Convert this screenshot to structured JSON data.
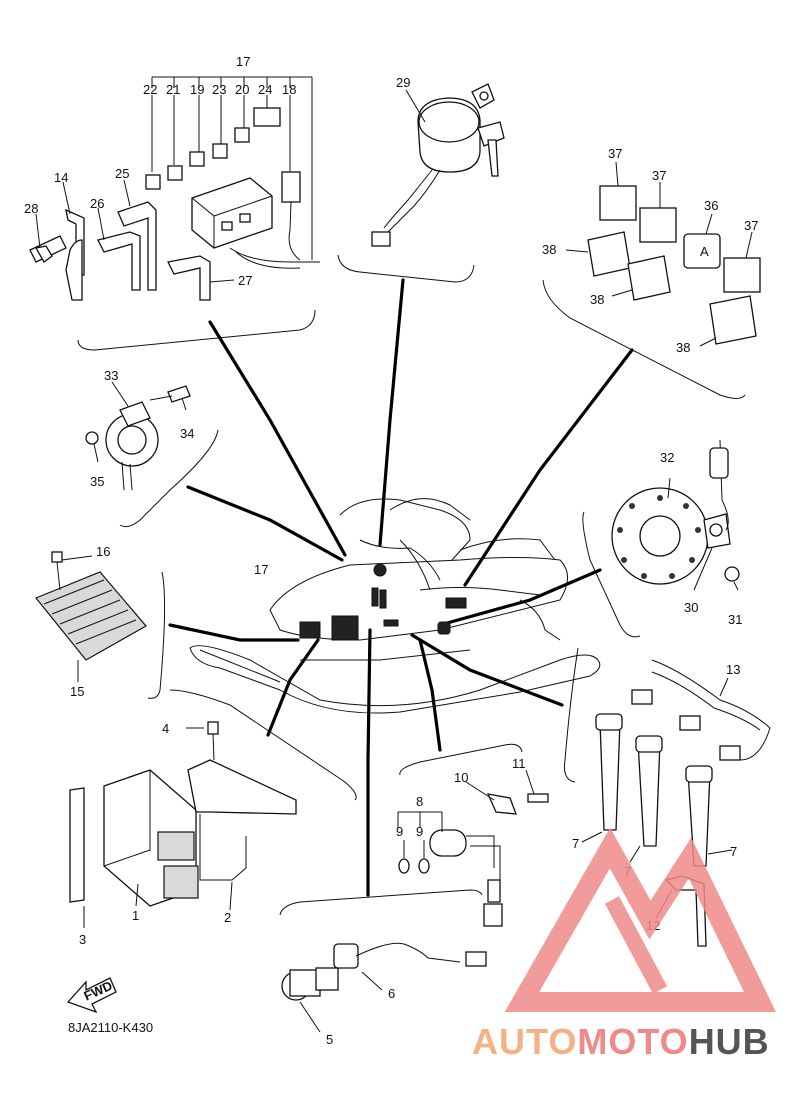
{
  "diagram": {
    "code": "8JA2110-K430",
    "fwd_label": "FWD",
    "callouts": {
      "c1": "1",
      "c2": "2",
      "c3": "3",
      "c4": "4",
      "c5": "5",
      "c6": "6",
      "c7a": "7",
      "c7b": "7",
      "c7c": "7",
      "c8": "8",
      "c9a": "9",
      "c9b": "9",
      "c10": "10",
      "c11": "11",
      "c12": "12",
      "c13": "13",
      "c14": "14",
      "c15": "15",
      "c16": "16",
      "c17top": "17",
      "c17mid": "17",
      "c18": "18",
      "c19": "19",
      "c20": "20",
      "c21": "21",
      "c22": "22",
      "c23": "23",
      "c24": "24",
      "c25": "25",
      "c26": "26",
      "c27": "27",
      "c28": "28",
      "c29": "29",
      "c30": "30",
      "c31": "31",
      "c32": "32",
      "c33": "33",
      "c34": "34",
      "c35": "35",
      "c36": "36",
      "c37a": "37",
      "c37b": "37",
      "c37c": "37",
      "c38a": "38",
      "c38b": "38",
      "c38c": "38"
    }
  },
  "watermark": {
    "part1": "AUTO",
    "part2": "MOTO",
    "part3": "HUB",
    "color_light": "#f4b183",
    "color_red": "#f08a8a",
    "color_gray": "#555555"
  }
}
